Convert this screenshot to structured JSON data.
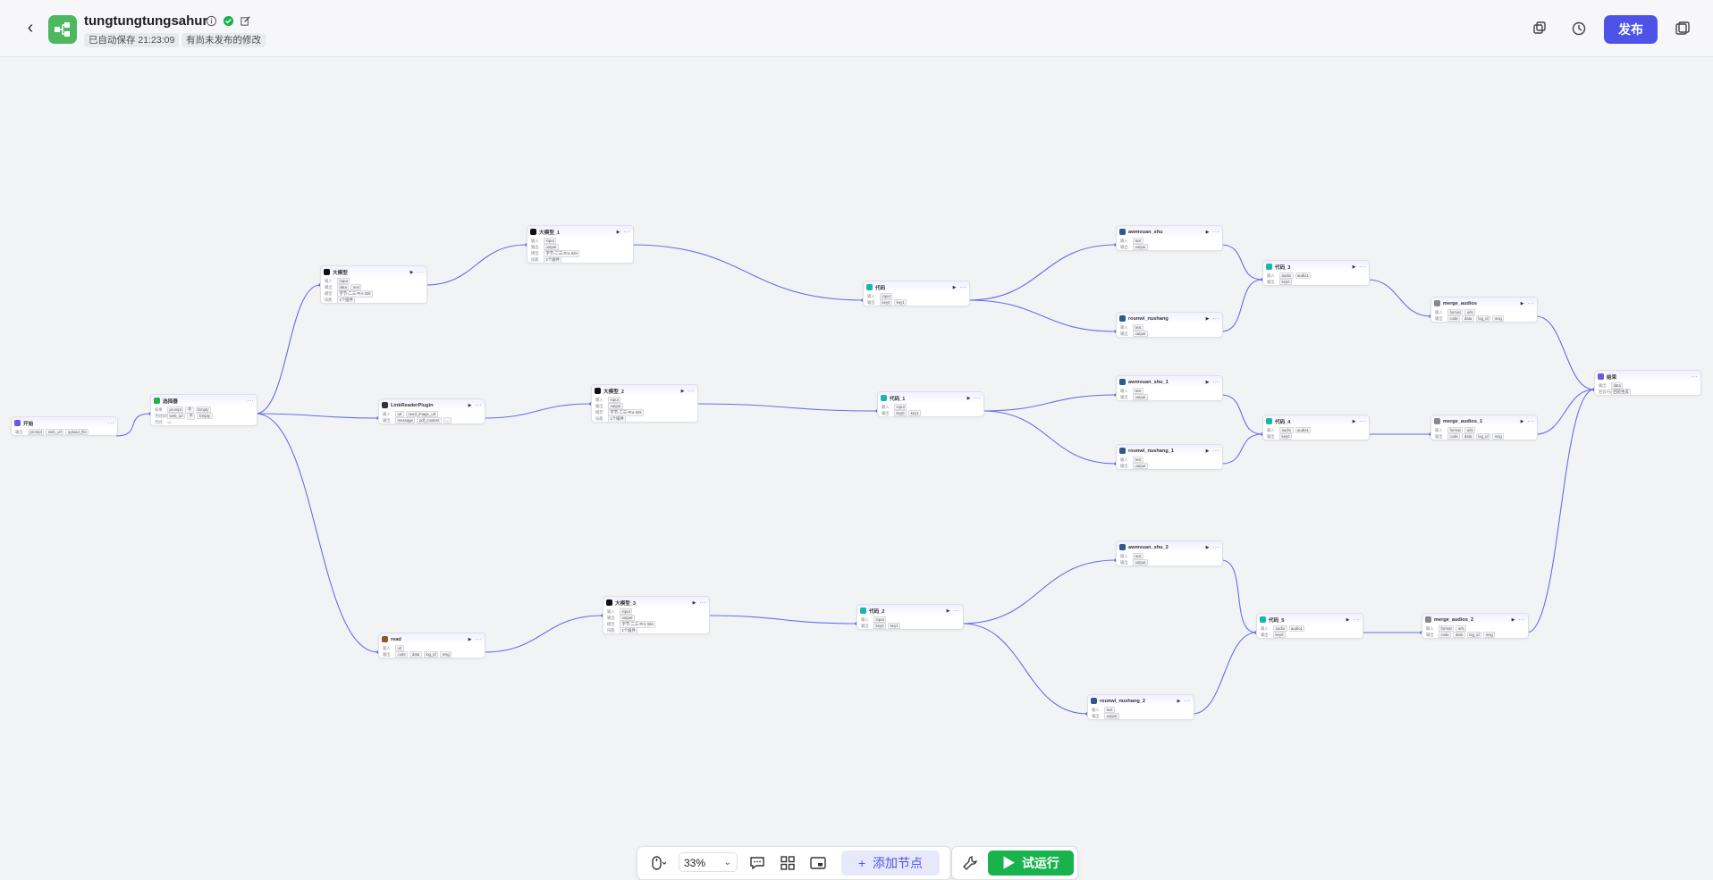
{
  "header": {
    "back_icon": "chevron-left-icon",
    "app_icon": "workflow-icon",
    "title": "tungtungtungsahur",
    "autosave": "已自动保存 21:23:09",
    "unpublished": "有尚未发布的修改",
    "publish_label": "发布",
    "right_icons": [
      "copy-icon",
      "history-icon",
      "layout-icon"
    ]
  },
  "toolbar": {
    "zoom": "33%",
    "add_node": "添加节点",
    "test_run": "试运行"
  },
  "nodes": [
    {
      "id": "start",
      "title": "开始",
      "rows": [
        [
          "输出",
          "prompt",
          "web_url",
          "upload_file"
        ]
      ]
    },
    {
      "id": "selector",
      "title": "选择器",
      "rows": [
        [
          "如果",
          "prompt",
          "不",
          "Empty"
        ],
        [
          "否则如果",
          "web_url",
          "不",
          "Empty"
        ],
        [
          "否则",
          ""
        ]
      ]
    },
    {
      "id": "bigmodel",
      "title": "大模型",
      "rows": [
        [
          "输入",
          "input"
        ],
        [
          "输出",
          "data",
          "text"
        ],
        [
          "模型",
          "字节-二三·Pro·32k"
        ],
        [
          "技能",
          "1个插件"
        ]
      ]
    },
    {
      "id": "bigmodel1",
      "title": "大模型_1",
      "rows": [
        [
          "输入",
          "input"
        ],
        [
          "输出",
          "output"
        ],
        [
          "模型",
          "字节-二三·Pro·32k"
        ],
        [
          "技能",
          "2个插件"
        ]
      ]
    },
    {
      "id": "code",
      "title": "代码",
      "rows": [
        [
          "输入",
          "input"
        ],
        [
          "输出",
          "key0",
          "key1"
        ]
      ]
    },
    {
      "id": "awm",
      "title": "awmvuan_shu",
      "rows": [
        [
          "输入",
          "text"
        ],
        [
          "输出",
          "output"
        ]
      ]
    },
    {
      "id": "rxu",
      "title": "rounwi_nushang",
      "rows": [
        [
          "输入",
          "text"
        ],
        [
          "输出",
          "output"
        ]
      ]
    },
    {
      "id": "code3",
      "title": "代码_3",
      "rows": [
        [
          "输入",
          "audio",
          "audio1"
        ],
        [
          "输出",
          "key0"
        ]
      ]
    },
    {
      "id": "merge",
      "title": "merge_audios",
      "rows": [
        [
          "输入",
          "format",
          "urls"
        ],
        [
          "输出",
          "code",
          "data",
          "log_id",
          "msg"
        ]
      ]
    },
    {
      "id": "end",
      "title": "结束",
      "rows": [
        [
          "输出",
          "data"
        ],
        [
          "回答内容",
          "回答生成"
        ]
      ]
    },
    {
      "id": "link",
      "title": "LinkReaderPlugin",
      "rows": [
        [
          "输入",
          "url",
          "need_image_url"
        ],
        [
          "输出",
          "message",
          "pdf_content",
          "..."
        ]
      ]
    },
    {
      "id": "bigmodel2",
      "title": "大模型_2",
      "rows": [
        [
          "输入",
          "input"
        ],
        [
          "输出",
          "output"
        ],
        [
          "模型",
          "字节-二三·Pro·32k"
        ],
        [
          "技能",
          "1个插件"
        ]
      ]
    },
    {
      "id": "code1",
      "title": "代码_1",
      "rows": [
        [
          "输入",
          "input"
        ],
        [
          "输出",
          "key0",
          "key1"
        ]
      ]
    },
    {
      "id": "awm1",
      "title": "awmvuan_shu_1",
      "rows": [
        [
          "输入",
          "text"
        ],
        [
          "输出",
          "output"
        ]
      ]
    },
    {
      "id": "rxu1",
      "title": "rounwi_nushang_1",
      "rows": [
        [
          "输入",
          "text"
        ],
        [
          "输出",
          "output"
        ]
      ]
    },
    {
      "id": "code4",
      "title": "代码_4",
      "rows": [
        [
          "输入",
          "audio",
          "audio1"
        ],
        [
          "输出",
          "key0"
        ]
      ]
    },
    {
      "id": "merge1",
      "title": "merge_audios_1",
      "rows": [
        [
          "输入",
          "format",
          "urls"
        ],
        [
          "输出",
          "code",
          "data",
          "log_id",
          "msg"
        ]
      ]
    },
    {
      "id": "read",
      "title": "read",
      "rows": [
        [
          "输入",
          "url"
        ],
        [
          "输出",
          "code",
          "data",
          "log_id",
          "msg"
        ]
      ]
    },
    {
      "id": "bigmodel3",
      "title": "大模型_3",
      "rows": [
        [
          "输入",
          "input"
        ],
        [
          "输出",
          "output"
        ],
        [
          "模型",
          "字节-二三·Pro·32k"
        ],
        [
          "技能",
          "1个插件"
        ]
      ]
    },
    {
      "id": "code2",
      "title": "代码_2",
      "rows": [
        [
          "输入",
          "input"
        ],
        [
          "输出",
          "key0",
          "key1"
        ]
      ]
    },
    {
      "id": "awm2",
      "title": "awmvuan_shu_2",
      "rows": [
        [
          "输入",
          "text"
        ],
        [
          "输出",
          "output"
        ]
      ]
    },
    {
      "id": "rxu2",
      "title": "rounwi_nushang_2",
      "rows": [
        [
          "输入",
          "text"
        ],
        [
          "输出",
          "output"
        ]
      ]
    },
    {
      "id": "code5",
      "title": "代码_5",
      "rows": [
        [
          "输入",
          "audio",
          "audio1"
        ],
        [
          "输出",
          "key0"
        ]
      ]
    },
    {
      "id": "merge2",
      "title": "merge_audios_2",
      "rows": [
        [
          "输入",
          "format",
          "urls"
        ],
        [
          "输出",
          "code",
          "data",
          "log_id",
          "msg"
        ]
      ]
    }
  ],
  "colors": {
    "accent": "#4d53e8",
    "run_green": "#18b34d",
    "edge": "#6a6de8",
    "app_green": "#4cb860"
  }
}
